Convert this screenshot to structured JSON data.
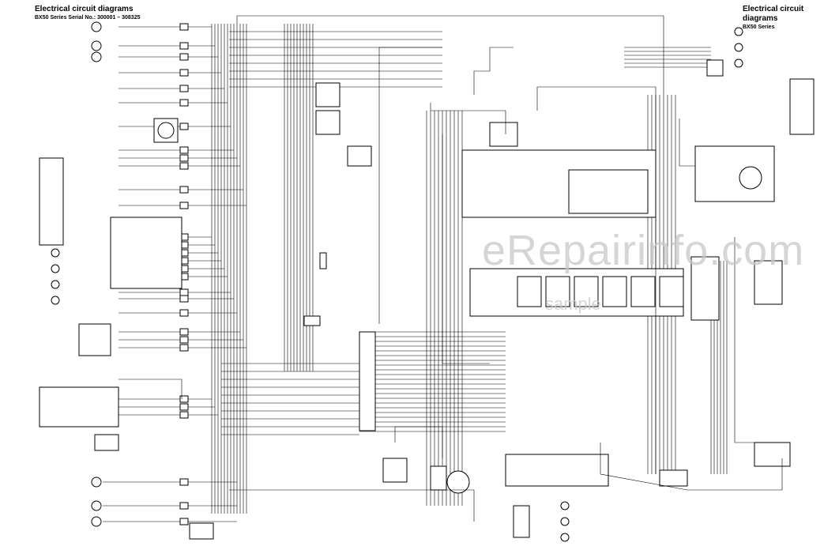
{
  "header_left": {
    "title": "Electrical circuit diagrams",
    "subtitle": "BX50 Series Serial No.: 300001 – 308325"
  },
  "header_right": {
    "title": "Electrical circuit diagrams",
    "subtitle": "BX50 Series"
  },
  "watermark": {
    "text": "eRepairinfo.com",
    "sub": "sample"
  }
}
